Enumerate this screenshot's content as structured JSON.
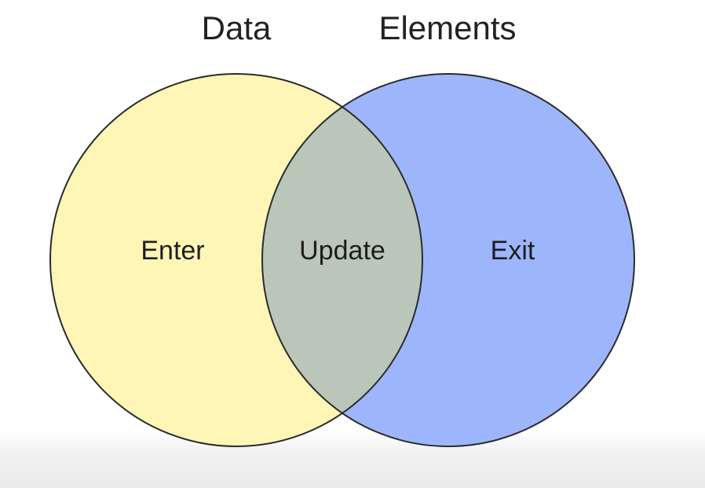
{
  "diagram": {
    "type": "venn",
    "sets": [
      {
        "id": "data",
        "title": "Data",
        "color": "#fdf6b7"
      },
      {
        "id": "elements",
        "title": "Elements",
        "color": "#9db6fb"
      }
    ],
    "regions": {
      "left_only": {
        "label": "Enter"
      },
      "overlap": {
        "label": "Update",
        "color": "#bac6b9"
      },
      "right_only": {
        "label": "Exit"
      }
    },
    "outline_color": "#2b2b2b"
  }
}
